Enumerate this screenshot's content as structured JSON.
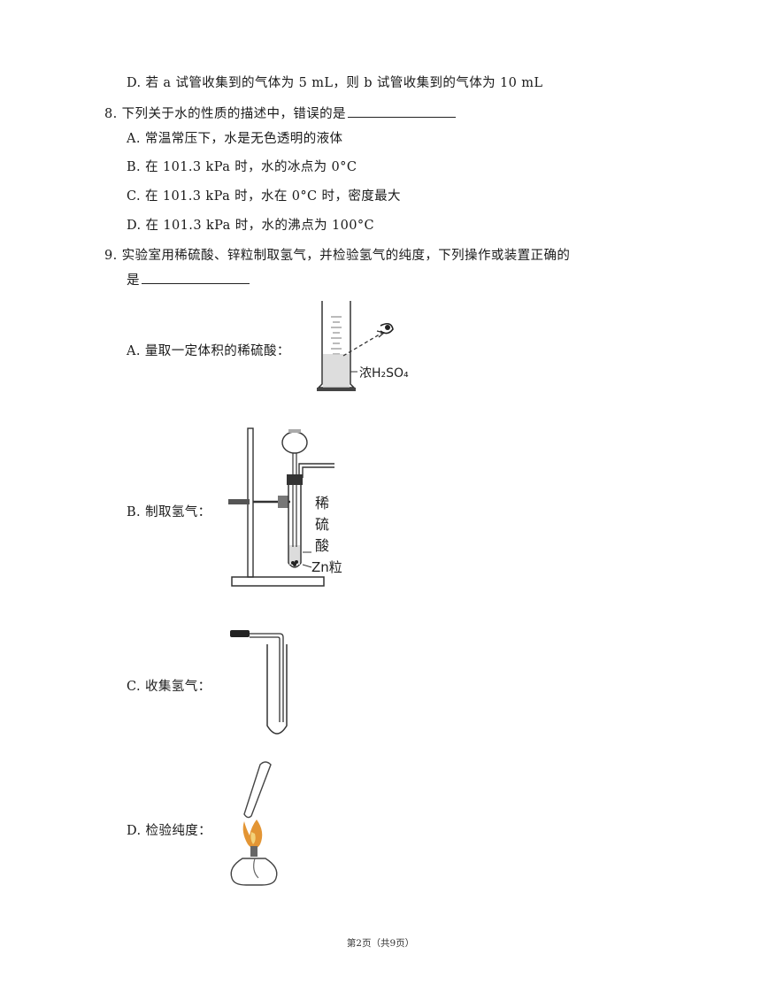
{
  "q7": {
    "option_d": "D.  若  a  试管收集到的气体为  5 mL，则  b  试管收集到的气体为  10 mL"
  },
  "q8": {
    "stem": "8.  下列关于水的性质的描述中，错误的是",
    "options": [
      "A.  常温常压下，水是无色透明的液体",
      "B.  在  101.3 kPa   时，水的冰点为  0°C",
      "C.  在  101.3 kPa   时，水在  0°C  时，密度最大",
      "D.  在  101.3 kPa   时，水的沸点为  100°C"
    ]
  },
  "q9": {
    "stem_line1": "9.  实验室用稀硫酸、锌粒制取氢气，并检验氢气的纯度，下列操作或装置正确的",
    "stem_line2": "是",
    "options": [
      {
        "label": "A.  量取一定体积的稀硫酸：",
        "figure_text": [
          "浓H₂SO₄"
        ]
      },
      {
        "label": "B.  制取氢气：",
        "figure_text": [
          "稀",
          "硫",
          "酸",
          "Zn粒"
        ]
      },
      {
        "label": "C.  收集氢气：",
        "figure_text": []
      },
      {
        "label": "D.  检验纯度：",
        "figure_text": []
      }
    ]
  },
  "footer": "第2页（共9页）"
}
